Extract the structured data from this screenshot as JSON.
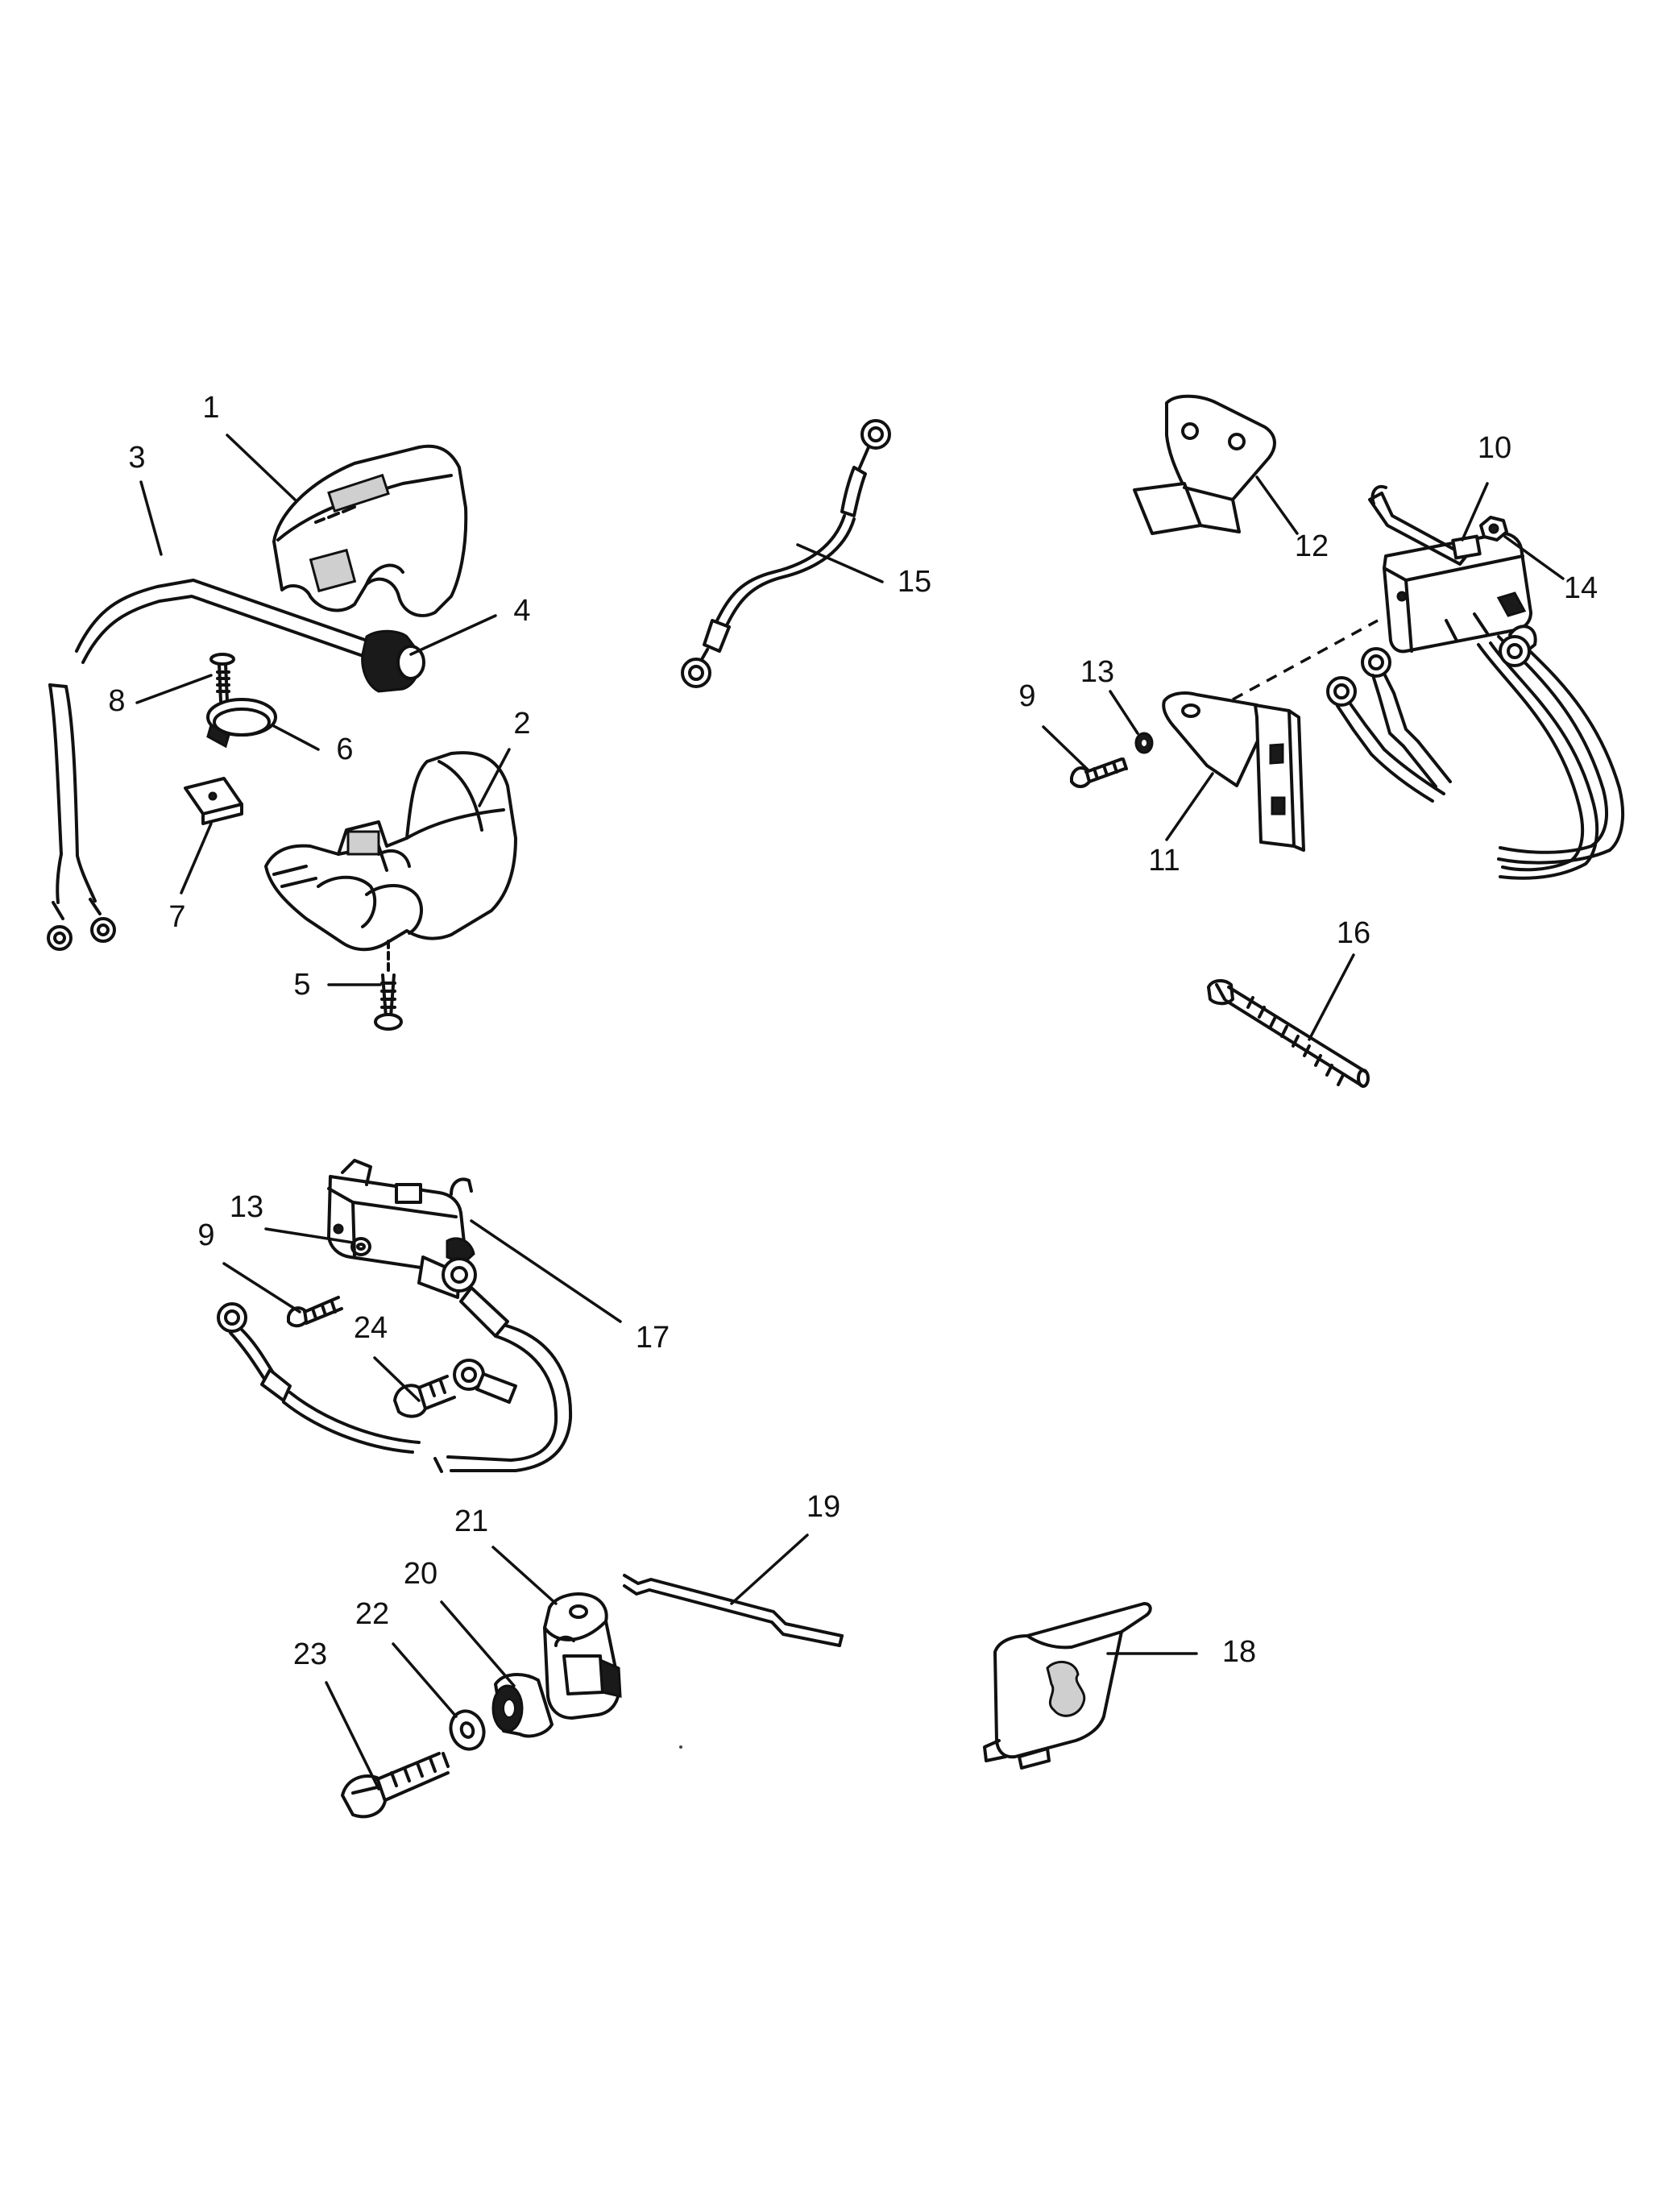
{
  "callouts": [
    {
      "id": "c1",
      "label": "1"
    },
    {
      "id": "c2",
      "label": "2"
    },
    {
      "id": "c3",
      "label": "3"
    },
    {
      "id": "c4",
      "label": "4"
    },
    {
      "id": "c5",
      "label": "5"
    },
    {
      "id": "c6",
      "label": "6"
    },
    {
      "id": "c7",
      "label": "7"
    },
    {
      "id": "c8",
      "label": "8"
    },
    {
      "id": "c9a",
      "label": "9"
    },
    {
      "id": "c9b",
      "label": "9"
    },
    {
      "id": "c10",
      "label": "10"
    },
    {
      "id": "c11",
      "label": "11"
    },
    {
      "id": "c12",
      "label": "12"
    },
    {
      "id": "c13a",
      "label": "13"
    },
    {
      "id": "c13b",
      "label": "13"
    },
    {
      "id": "c14",
      "label": "14"
    },
    {
      "id": "c15",
      "label": "15"
    },
    {
      "id": "c16",
      "label": "16"
    },
    {
      "id": "c17",
      "label": "17"
    },
    {
      "id": "c18",
      "label": "18"
    },
    {
      "id": "c19",
      "label": "19"
    },
    {
      "id": "c20",
      "label": "20"
    },
    {
      "id": "c21",
      "label": "21"
    },
    {
      "id": "c22",
      "label": "22"
    },
    {
      "id": "c23",
      "label": "23"
    },
    {
      "id": "c24",
      "label": "24"
    }
  ]
}
